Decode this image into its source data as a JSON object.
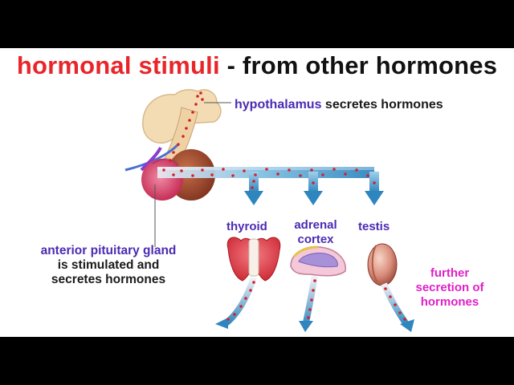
{
  "title": {
    "part1": "hormonal stimuli",
    "part2": " - from other hormones"
  },
  "labels": {
    "hypothalamus": "hypothalamus",
    "hypothalamus_rest": " secretes hormones",
    "pituitary_line1": "anterior pituitary gland",
    "pituitary_line2": "is stimulated and",
    "pituitary_line3": "secretes hormones",
    "thyroid": "thyroid",
    "adrenal_line1": "adrenal",
    "adrenal_line2": "cortex",
    "testis": "testis",
    "further_line1": "further",
    "further_line2": "secretion of",
    "further_line3": "hormones"
  },
  "colors": {
    "title_accent": "#e8262a",
    "label_purple": "#4b2bb3",
    "label_magenta": "#e020c8",
    "arrow_blue": "#3a8fc4",
    "hormone_dot": "#d4202a"
  }
}
